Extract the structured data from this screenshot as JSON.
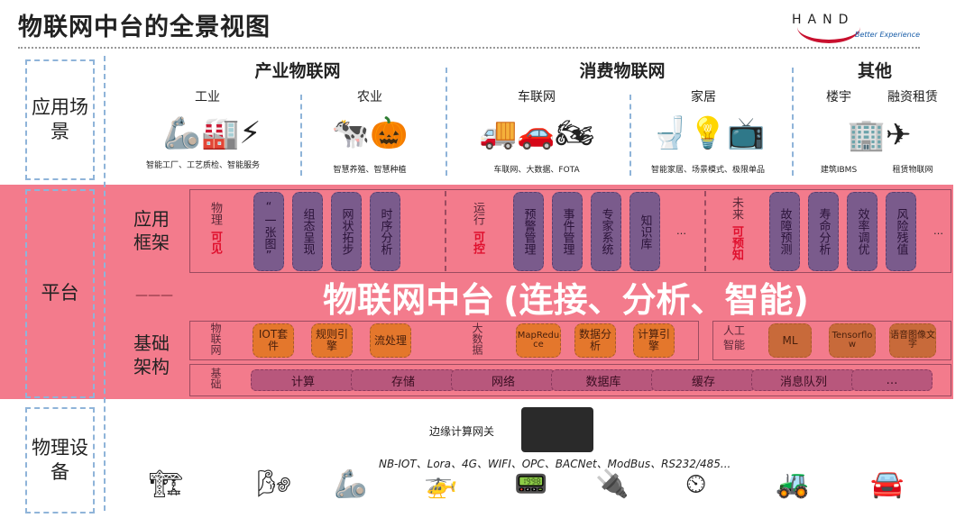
{
  "title": "物联网中台的全景视图",
  "logo": {
    "text": "HAND",
    "tagline": "Better Experience"
  },
  "left_labels": {
    "app": "应用场景",
    "platform": "平台",
    "device": "物理设备",
    "framework": "应用框架",
    "sep": "———",
    "infra": "基础架构"
  },
  "scenes": {
    "industrial": {
      "title": "产业物联网",
      "groups": [
        {
          "name": "工业",
          "caption": "智能工厂、工艺质检、智能服务"
        },
        {
          "name": "农业",
          "caption": "智慧养殖、智慧种植"
        }
      ]
    },
    "consumer": {
      "title": "消费物联网",
      "groups": [
        {
          "name": "车联网",
          "caption": "车联网、大数据、FOTA"
        },
        {
          "name": "家居",
          "caption": "智能家居、场景模式、极限单品"
        }
      ]
    },
    "other": {
      "title": "其他",
      "groups": [
        {
          "name": "楼宇",
          "caption": "建筑IBMS"
        },
        {
          "name": "融资租赁",
          "caption": "租赁物联网"
        }
      ]
    }
  },
  "framework": {
    "visible": {
      "label": "物理",
      "highlight": "可见",
      "items": [
        "“一张图”",
        "组态呈现",
        "网状拓步",
        "时序分析"
      ]
    },
    "run": {
      "label": "运行",
      "highlight": "可控",
      "items": [
        "预警管理",
        "事件管理",
        "专家系统",
        "知识库"
      ],
      "more": "…"
    },
    "future": {
      "label": "未来",
      "highlight": "可预知",
      "items": [
        "故障预测",
        "寿命分析",
        "效率调优",
        "风险残值"
      ],
      "more": "…"
    }
  },
  "iot": {
    "label": "物联网",
    "items": [
      "IOT套件",
      "规则引擎",
      "流处理"
    ]
  },
  "bigdata": {
    "label": "大数据",
    "items": [
      "MapReduce",
      "数据分析",
      "计算引擎"
    ]
  },
  "ai": {
    "label": "人工智能",
    "items": [
      "ML",
      "Tensorflow",
      "语音图像文字"
    ]
  },
  "base": {
    "label": "基础",
    "items": [
      "计算",
      "存储",
      "网络",
      "数据库",
      "缓存",
      "消息队列",
      "…"
    ]
  },
  "overlay": {
    "line1": "物联网中台",
    "line2": "(连接、分析、智能)"
  },
  "device": {
    "gateway": "边缘计算网关",
    "protocols": "NB-IOT、Lora、4G、WIFI、OPC、BACNet、ModBus、RS232/485..."
  }
}
